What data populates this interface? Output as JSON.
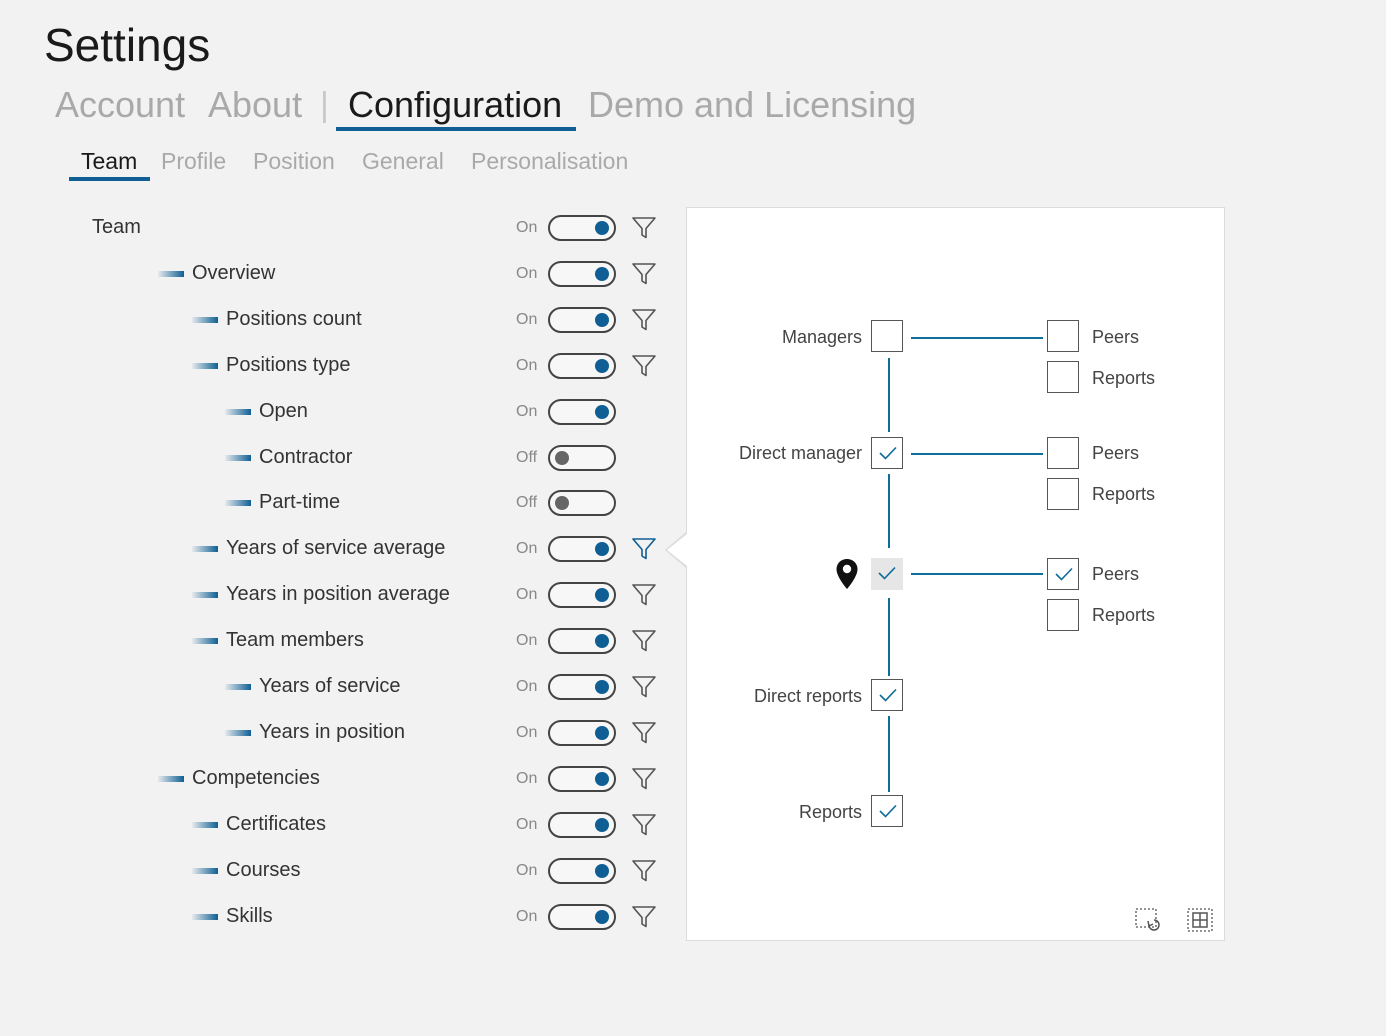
{
  "page": {
    "title": "Settings"
  },
  "main_tabs": {
    "account": "Account",
    "about": "About",
    "separator": "|",
    "configuration": "Configuration",
    "demo": "Demo and Licensing",
    "active": "Configuration"
  },
  "sub_tabs": {
    "team": "Team",
    "profile": "Profile",
    "position": "Position",
    "general": "General",
    "personalisation": "Personalisation",
    "active": "Team"
  },
  "settings": [
    {
      "label": "Team",
      "state": "On",
      "enabled": true,
      "filter": true,
      "level": 0
    },
    {
      "label": "Overview",
      "state": "On",
      "enabled": true,
      "filter": true,
      "level": 1
    },
    {
      "label": "Positions count",
      "state": "On",
      "enabled": true,
      "filter": true,
      "level": 2
    },
    {
      "label": "Positions type",
      "state": "On",
      "enabled": true,
      "filter": true,
      "level": 2
    },
    {
      "label": "Open",
      "state": "On",
      "enabled": true,
      "filter": false,
      "level": 3
    },
    {
      "label": "Contractor",
      "state": "Off",
      "enabled": false,
      "filter": false,
      "level": 3
    },
    {
      "label": "Part-time",
      "state": "Off",
      "enabled": false,
      "filter": false,
      "level": 3
    },
    {
      "label": "Years of service  average",
      "state": "On",
      "enabled": true,
      "filter": true,
      "level": 2,
      "filter_active": true
    },
    {
      "label": "Years in position average",
      "state": "On",
      "enabled": true,
      "filter": true,
      "level": 2
    },
    {
      "label": "Team members",
      "state": "On",
      "enabled": true,
      "filter": true,
      "level": 2
    },
    {
      "label": "Years of service",
      "state": "On",
      "enabled": true,
      "filter": true,
      "level": 3
    },
    {
      "label": "Years in position",
      "state": "On",
      "enabled": true,
      "filter": true,
      "level": 3
    },
    {
      "label": "Competencies",
      "state": "On",
      "enabled": true,
      "filter": true,
      "level": 1
    },
    {
      "label": "Certificates",
      "state": "On",
      "enabled": true,
      "filter": true,
      "level": 2
    },
    {
      "label": "Courses",
      "state": "On",
      "enabled": true,
      "filter": true,
      "level": 2
    },
    {
      "label": "Skills",
      "state": "On",
      "enabled": true,
      "filter": true,
      "level": 2
    }
  ],
  "filter_panel": {
    "managers": {
      "label": "Managers",
      "checked": false,
      "peers": "Peers",
      "peers_checked": false,
      "reports": "Reports",
      "reports_checked": false
    },
    "direct_manager": {
      "label": "Direct manager",
      "checked": true,
      "peers": "Peers",
      "peers_checked": false,
      "reports": "Reports",
      "reports_checked": false
    },
    "self": {
      "icon": "location-pin-icon",
      "checked": true,
      "peers": "Peers",
      "peers_checked": true,
      "reports": "Reports",
      "reports_checked": false
    },
    "direct_reports": {
      "label": "Direct reports",
      "checked": true
    },
    "reports": {
      "label": "Reports",
      "checked": true
    },
    "accent_color": "#0f5f94"
  }
}
